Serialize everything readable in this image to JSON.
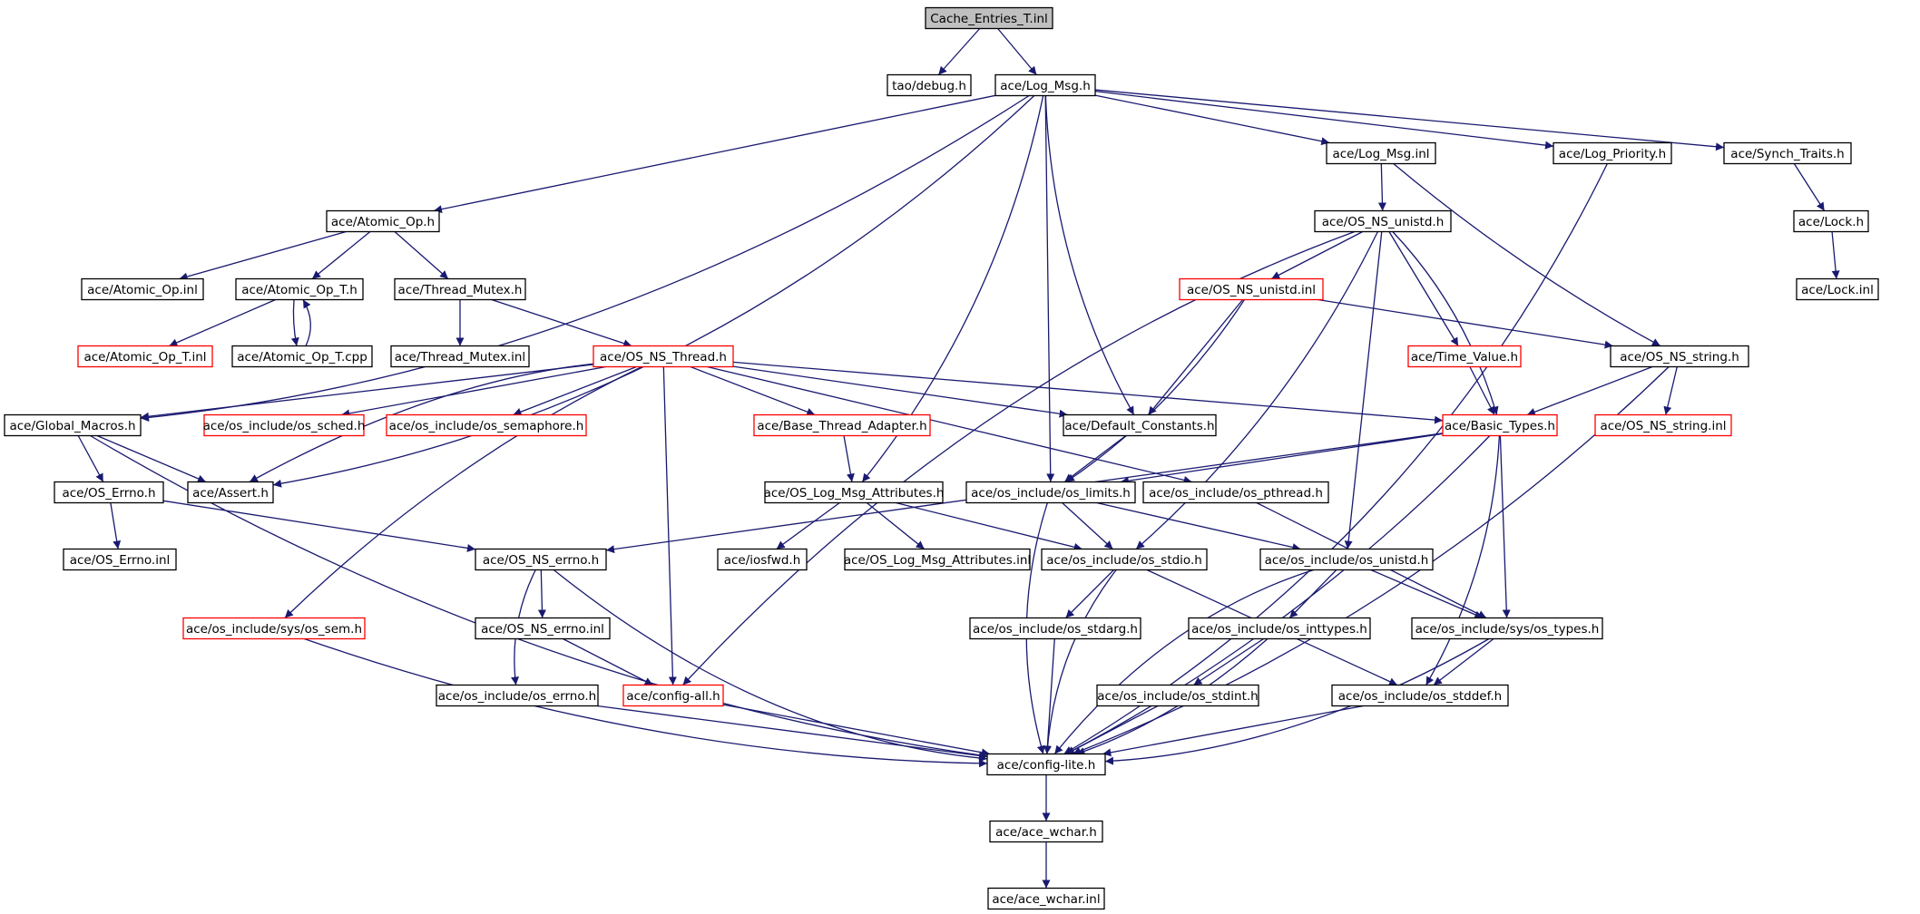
{
  "nodes": [
    {
      "id": "cache_entries",
      "label": "Cache_Entries_T.inl",
      "style": "root"
    },
    {
      "id": "tao_debug",
      "label": "tao/debug.h",
      "style": "normal"
    },
    {
      "id": "log_msg_h",
      "label": "ace/Log_Msg.h",
      "style": "normal"
    },
    {
      "id": "log_msg_inl",
      "label": "ace/Log_Msg.inl",
      "style": "normal"
    },
    {
      "id": "log_priority",
      "label": "ace/Log_Priority.h",
      "style": "normal"
    },
    {
      "id": "synch_traits",
      "label": "ace/Synch_Traits.h",
      "style": "normal"
    },
    {
      "id": "atomic_op_h",
      "label": "ace/Atomic_Op.h",
      "style": "normal"
    },
    {
      "id": "os_ns_unistd_h",
      "label": "ace/OS_NS_unistd.h",
      "style": "normal"
    },
    {
      "id": "lock_h",
      "label": "ace/Lock.h",
      "style": "normal"
    },
    {
      "id": "atomic_op_inl",
      "label": "ace/Atomic_Op.inl",
      "style": "normal"
    },
    {
      "id": "atomic_op_t_h",
      "label": "ace/Atomic_Op_T.h",
      "style": "normal"
    },
    {
      "id": "thread_mutex_h",
      "label": "ace/Thread_Mutex.h",
      "style": "normal"
    },
    {
      "id": "os_ns_unistd_inl",
      "label": "ace/OS_NS_unistd.inl",
      "style": "red"
    },
    {
      "id": "lock_inl",
      "label": "ace/Lock.inl",
      "style": "normal"
    },
    {
      "id": "atomic_op_t_inl",
      "label": "ace/Atomic_Op_T.inl",
      "style": "red"
    },
    {
      "id": "atomic_op_t_cpp",
      "label": "ace/Atomic_Op_T.cpp",
      "style": "normal"
    },
    {
      "id": "thread_mutex_inl",
      "label": "ace/Thread_Mutex.inl",
      "style": "normal"
    },
    {
      "id": "os_ns_thread_h",
      "label": "ace/OS_NS_Thread.h",
      "style": "red"
    },
    {
      "id": "time_value_h",
      "label": "ace/Time_Value.h",
      "style": "red"
    },
    {
      "id": "os_ns_string_h",
      "label": "ace/OS_NS_string.h",
      "style": "normal"
    },
    {
      "id": "global_macros",
      "label": "ace/Global_Macros.h",
      "style": "normal"
    },
    {
      "id": "os_sched",
      "label": "ace/os_include/os_sched.h",
      "style": "red"
    },
    {
      "id": "os_semaphore",
      "label": "ace/os_include/os_semaphore.h",
      "style": "red"
    },
    {
      "id": "base_thread_adapter",
      "label": "ace/Base_Thread_Adapter.h",
      "style": "red"
    },
    {
      "id": "default_constants",
      "label": "ace/Default_Constants.h",
      "style": "normal"
    },
    {
      "id": "basic_types",
      "label": "ace/Basic_Types.h",
      "style": "red"
    },
    {
      "id": "os_ns_string_inl",
      "label": "ace/OS_NS_string.inl",
      "style": "red"
    },
    {
      "id": "os_errno_h",
      "label": "ace/OS_Errno.h",
      "style": "normal"
    },
    {
      "id": "assert_h",
      "label": "ace/Assert.h",
      "style": "normal"
    },
    {
      "id": "os_log_msg_attr_h",
      "label": "ace/OS_Log_Msg_Attributes.h",
      "style": "normal"
    },
    {
      "id": "os_limits",
      "label": "ace/os_include/os_limits.h",
      "style": "normal"
    },
    {
      "id": "os_pthread",
      "label": "ace/os_include/os_pthread.h",
      "style": "normal"
    },
    {
      "id": "os_errno_inl",
      "label": "ace/OS_Errno.inl",
      "style": "normal"
    },
    {
      "id": "os_ns_errno_h",
      "label": "ace/OS_NS_errno.h",
      "style": "normal"
    },
    {
      "id": "iosfwd",
      "label": "ace/iosfwd.h",
      "style": "normal"
    },
    {
      "id": "os_log_msg_attr_inl",
      "label": "ace/OS_Log_Msg_Attributes.inl",
      "style": "normal"
    },
    {
      "id": "os_stdio",
      "label": "ace/os_include/os_stdio.h",
      "style": "normal"
    },
    {
      "id": "os_unistd",
      "label": "ace/os_include/os_unistd.h",
      "style": "normal"
    },
    {
      "id": "sys_os_sem",
      "label": "ace/os_include/sys/os_sem.h",
      "style": "red"
    },
    {
      "id": "os_ns_errno_inl",
      "label": "ace/OS_NS_errno.inl",
      "style": "normal"
    },
    {
      "id": "os_stdarg",
      "label": "ace/os_include/os_stdarg.h",
      "style": "normal"
    },
    {
      "id": "os_inttypes",
      "label": "ace/os_include/os_inttypes.h",
      "style": "normal"
    },
    {
      "id": "sys_os_types",
      "label": "ace/os_include/sys/os_types.h",
      "style": "normal"
    },
    {
      "id": "os_errno_os",
      "label": "ace/os_include/os_errno.h",
      "style": "normal"
    },
    {
      "id": "config_all",
      "label": "ace/config-all.h",
      "style": "red"
    },
    {
      "id": "os_stdint",
      "label": "ace/os_include/os_stdint.h",
      "style": "normal"
    },
    {
      "id": "os_stddef",
      "label": "ace/os_include/os_stddef.h",
      "style": "normal"
    },
    {
      "id": "config_lite",
      "label": "ace/config-lite.h",
      "style": "normal"
    },
    {
      "id": "ace_wchar_h",
      "label": "ace/ace_wchar.h",
      "style": "normal"
    },
    {
      "id": "ace_wchar_inl",
      "label": "ace/ace_wchar.inl",
      "style": "normal"
    }
  ],
  "edges": [
    [
      "cache_entries",
      "tao_debug"
    ],
    [
      "cache_entries",
      "log_msg_h"
    ],
    [
      "log_msg_h",
      "log_msg_inl"
    ],
    [
      "log_msg_h",
      "log_priority"
    ],
    [
      "log_msg_h",
      "synch_traits"
    ],
    [
      "log_msg_h",
      "atomic_op_h"
    ],
    [
      "log_msg_h",
      "global_macros"
    ],
    [
      "log_msg_h",
      "assert_h"
    ],
    [
      "log_msg_h",
      "os_log_msg_attr_h"
    ],
    [
      "log_msg_h",
      "os_limits"
    ],
    [
      "log_msg_h",
      "default_constants"
    ],
    [
      "log_msg_inl",
      "os_ns_unistd_h"
    ],
    [
      "log_msg_inl",
      "os_ns_string_h"
    ],
    [
      "log_priority",
      "config_lite"
    ],
    [
      "synch_traits",
      "lock_h"
    ],
    [
      "lock_h",
      "lock_inl"
    ],
    [
      "atomic_op_h",
      "atomic_op_inl"
    ],
    [
      "atomic_op_h",
      "atomic_op_t_h"
    ],
    [
      "atomic_op_h",
      "thread_mutex_h"
    ],
    [
      "atomic_op_t_h",
      "atomic_op_t_inl"
    ],
    [
      "atomic_op_t_h",
      "atomic_op_t_cpp"
    ],
    [
      "atomic_op_t_cpp",
      "atomic_op_t_h"
    ],
    [
      "thread_mutex_h",
      "thread_mutex_inl"
    ],
    [
      "thread_mutex_h",
      "os_ns_thread_h"
    ],
    [
      "os_ns_unistd_h",
      "os_ns_unistd_inl"
    ],
    [
      "os_ns_unistd_h",
      "time_value_h"
    ],
    [
      "os_ns_unistd_h",
      "basic_types"
    ],
    [
      "os_ns_unistd_h",
      "config_all"
    ],
    [
      "os_ns_unistd_h",
      "os_stdio"
    ],
    [
      "os_ns_unistd_h",
      "os_unistd"
    ],
    [
      "os_ns_unistd_inl",
      "os_ns_string_h"
    ],
    [
      "os_ns_unistd_inl",
      "default_constants"
    ],
    [
      "os_ns_unistd_inl",
      "os_limits"
    ],
    [
      "time_value_h",
      "basic_types"
    ],
    [
      "os_ns_string_h",
      "os_ns_string_inl"
    ],
    [
      "os_ns_string_h",
      "basic_types"
    ],
    [
      "os_ns_string_h",
      "config_lite"
    ],
    [
      "os_ns_thread_h",
      "global_macros"
    ],
    [
      "os_ns_thread_h",
      "os_sched"
    ],
    [
      "os_ns_thread_h",
      "os_semaphore"
    ],
    [
      "os_ns_thread_h",
      "base_thread_adapter"
    ],
    [
      "os_ns_thread_h",
      "default_constants"
    ],
    [
      "os_ns_thread_h",
      "basic_types"
    ],
    [
      "os_ns_thread_h",
      "os_pthread"
    ],
    [
      "os_ns_thread_h",
      "sys_os_sem"
    ],
    [
      "os_ns_thread_h",
      "config_all"
    ],
    [
      "os_ns_thread_h",
      "assert_h"
    ],
    [
      "global_macros",
      "os_errno_h"
    ],
    [
      "global_macros",
      "assert_h"
    ],
    [
      "global_macros",
      "config_lite"
    ],
    [
      "base_thread_adapter",
      "os_log_msg_attr_h"
    ],
    [
      "default_constants",
      "os_limits"
    ],
    [
      "basic_types",
      "os_limits"
    ],
    [
      "basic_types",
      "os_ns_errno_h"
    ],
    [
      "basic_types",
      "sys_os_types"
    ],
    [
      "basic_types",
      "os_stddef"
    ],
    [
      "basic_types",
      "config_lite"
    ],
    [
      "os_errno_h",
      "os_errno_inl"
    ],
    [
      "os_errno_h",
      "os_ns_errno_h"
    ],
    [
      "os_log_msg_attr_h",
      "iosfwd"
    ],
    [
      "os_log_msg_attr_h",
      "os_log_msg_attr_inl"
    ],
    [
      "os_log_msg_attr_h",
      "os_stdio"
    ],
    [
      "os_limits",
      "os_stdio"
    ],
    [
      "os_limits",
      "os_unistd"
    ],
    [
      "os_limits",
      "config_lite"
    ],
    [
      "os_pthread",
      "sys_os_types"
    ],
    [
      "os_ns_errno_h",
      "os_ns_errno_inl"
    ],
    [
      "os_ns_errno_h",
      "os_errno_os"
    ],
    [
      "os_ns_errno_h",
      "config_lite"
    ],
    [
      "os_ns_errno_inl",
      "config_all"
    ],
    [
      "os_stdio",
      "os_stdarg"
    ],
    [
      "os_stdio",
      "os_stddef"
    ],
    [
      "os_stdio",
      "config_lite"
    ],
    [
      "os_unistd",
      "os_inttypes"
    ],
    [
      "os_unistd",
      "sys_os_types"
    ],
    [
      "os_unistd",
      "config_lite"
    ],
    [
      "sys_os_sem",
      "config_lite"
    ],
    [
      "os_stdarg",
      "config_lite"
    ],
    [
      "os_inttypes",
      "os_stdint"
    ],
    [
      "os_inttypes",
      "config_lite"
    ],
    [
      "sys_os_types",
      "os_stddef"
    ],
    [
      "sys_os_types",
      "config_lite"
    ],
    [
      "os_errno_os",
      "config_lite"
    ],
    [
      "config_all",
      "config_lite"
    ],
    [
      "os_stdint",
      "config_lite"
    ],
    [
      "os_stddef",
      "config_lite"
    ],
    [
      "config_lite",
      "ace_wchar_h"
    ],
    [
      "ace_wchar_h",
      "ace_wchar_inl"
    ]
  ],
  "colors": {
    "edge": "#191970",
    "border": "#000000",
    "highlight": "#ff0000",
    "root_fill": "#bfbfbf"
  }
}
